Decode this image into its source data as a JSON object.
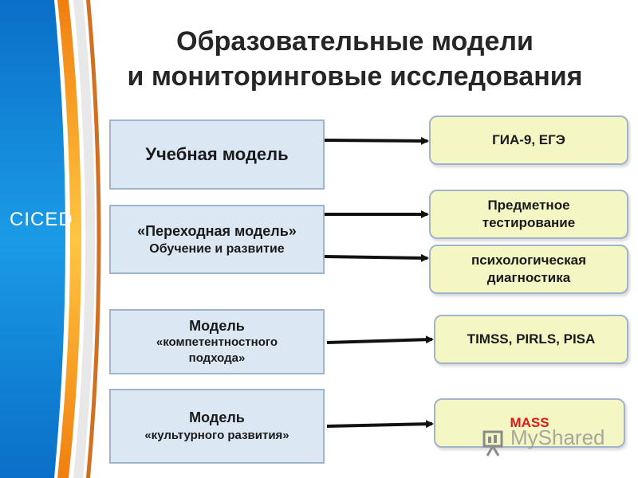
{
  "brand": {
    "logo": "CICED",
    "watermark": "MyShared"
  },
  "colors": {
    "left_box": "#dbe8f3",
    "right_box": "#f4f6c4",
    "mass_text": "#e01818",
    "stripe_blue": "#1e88d8",
    "stripe_orange": "#f4a11e"
  },
  "title": {
    "line1": "Образовательные модели",
    "line2": "и мониторинговые исследования"
  },
  "models": [
    {
      "line1": "Учебная  модель",
      "line2": "",
      "line3": ""
    },
    {
      "line1": "«Переходная модель»",
      "line2": "Обучение и развитие",
      "line3": ""
    },
    {
      "line1": "Модель",
      "line2": "«компетентностного",
      "line3": "подхода»"
    },
    {
      "line1": "Модель",
      "line2": "«культурного развития»",
      "line3": ""
    }
  ],
  "assessments": [
    {
      "line1": "ГИА-9, ЕГЭ",
      "line2": ""
    },
    {
      "line1": "Предметное",
      "line2": "тестирование"
    },
    {
      "line1": "психологическая",
      "line2": "диагностика"
    },
    {
      "line1": "TIMSS, PIRLS, PISA",
      "line2": ""
    },
    {
      "line1": "MASS",
      "line2": ""
    }
  ]
}
